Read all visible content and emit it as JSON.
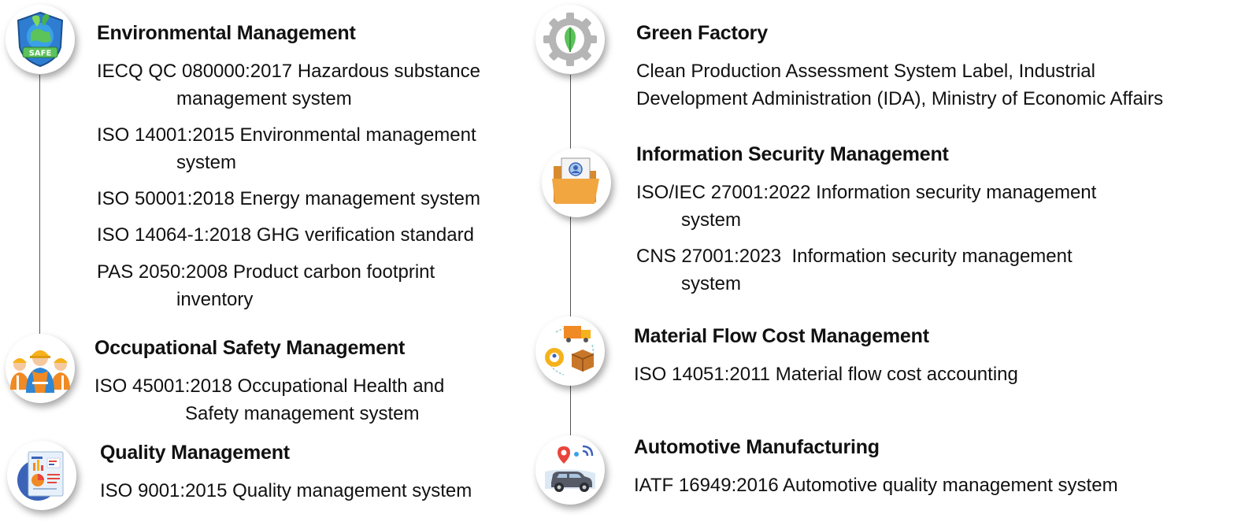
{
  "left": {
    "environmental": {
      "title": "Environmental Management",
      "icon": "safe-badge-icon",
      "items": [
        {
          "line1": "IECQ QC 080000:2017 Hazardous substance",
          "line2": "management system"
        },
        {
          "line1": "ISO 14001:2015 Environmental management",
          "line2": "system"
        },
        {
          "line1": "ISO 50001:2018 Energy management system"
        },
        {
          "line1": "ISO 14064-1:2018 GHG verification standard"
        },
        {
          "line1": "PAS 2050:2008 Product carbon footprint",
          "line2": "inventory"
        }
      ]
    },
    "safety": {
      "title": "Occupational Safety Management",
      "icon": "workers-icon",
      "items": [
        {
          "line1": "ISO 45001:2018 Occupational Health and",
          "line2": "Safety management system"
        }
      ]
    },
    "quality": {
      "title": "Quality Management",
      "icon": "report-icon",
      "items": [
        {
          "line1": "ISO 9001:2015 Quality management system"
        }
      ]
    }
  },
  "right": {
    "green": {
      "title": "Green Factory",
      "icon": "gear-leaf-icon",
      "items": [
        {
          "line1": "Clean Production Assessment System Label, Industrial",
          "line2": "Development Administration (IDA), Ministry of Economic Affairs"
        }
      ]
    },
    "infosec": {
      "title": "Information Security Management",
      "icon": "folder-profile-icon",
      "items": [
        {
          "line1": "ISO/IEC 27001:2022 Information security management",
          "line2": "system"
        },
        {
          "line1": "CNS 27001:2023  Information security management",
          "line2": "system"
        }
      ]
    },
    "material": {
      "title": "Material Flow Cost Management",
      "icon": "logistics-icon",
      "items": [
        {
          "line1": "ISO 14051:2011 Material flow cost accounting"
        }
      ]
    },
    "automotive": {
      "title": "Automotive Manufacturing",
      "icon": "connected-car-icon",
      "items": [
        {
          "line1": "IATF 16949:2016 Automotive quality management system"
        }
      ]
    }
  }
}
